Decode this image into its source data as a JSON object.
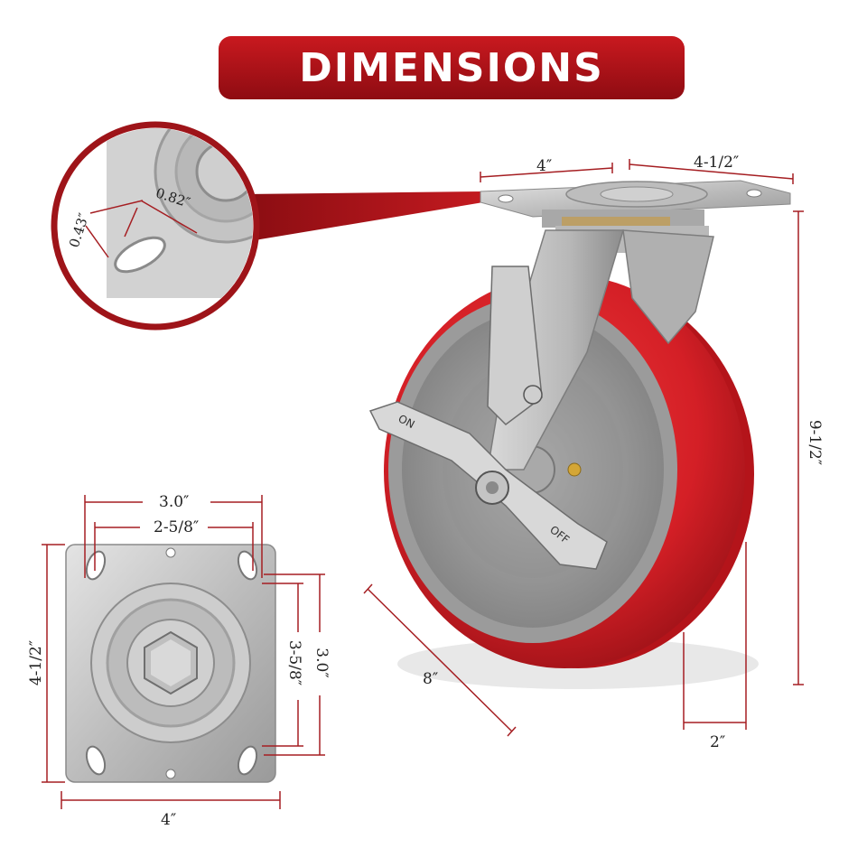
{
  "banner": {
    "title": "DIMENSIONS"
  },
  "colors": {
    "accent_red": "#b3131b",
    "dim_line": "#a51e22",
    "steel": "#c9c9c9",
    "wheel_red": "#d41f26"
  },
  "detail": {
    "slot_width": "0.82″",
    "slot_height": "0.43″"
  },
  "caster": {
    "plate_depth": "4″",
    "plate_width": "4-1/2″",
    "overall_height": "9-1/2″",
    "wheel_diameter": "8″",
    "wheel_width": "2″",
    "brake_on_label": "ON",
    "brake_off_label": "OFF"
  },
  "plate": {
    "hole_spacing_wide": "3.0″",
    "hole_spacing_narrow": "2-5/8″",
    "plate_height": "4-1/2″",
    "plate_width": "4″",
    "vertical_spacing_wide": "3.0″",
    "vertical_spacing_narrow": "3-5/8″"
  }
}
